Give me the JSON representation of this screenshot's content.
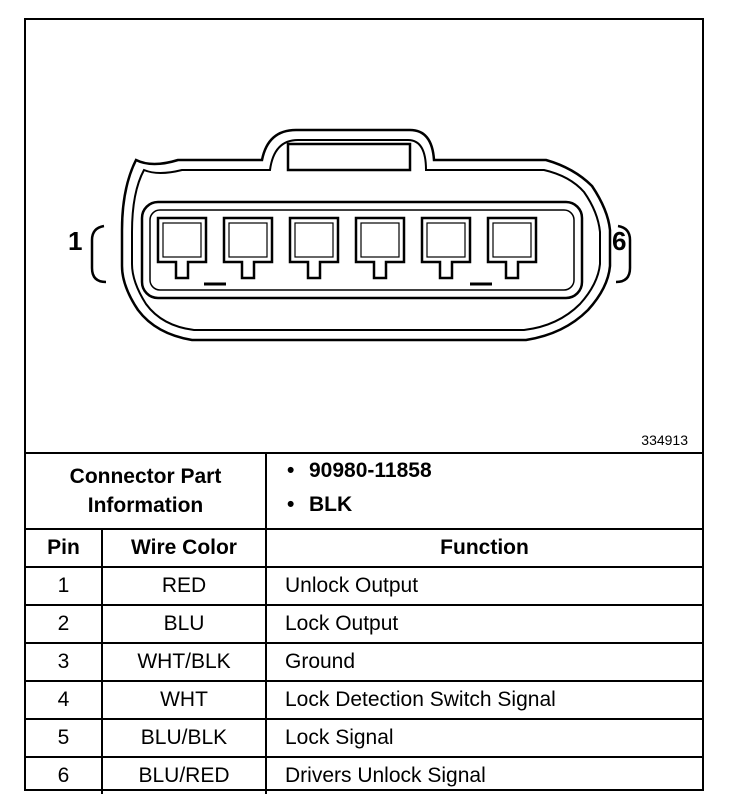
{
  "diagram": {
    "left_pin_label": "1",
    "right_pin_label": "6",
    "figure_number": "334913"
  },
  "connector_info": {
    "label_line1": "Connector Part",
    "label_line2": "Information",
    "items": [
      "90980-11858",
      "BLK"
    ]
  },
  "table": {
    "headers": [
      "Pin",
      "Wire Color",
      "Function"
    ],
    "rows": [
      {
        "pin": "1",
        "color": "RED",
        "function": "Unlock Output"
      },
      {
        "pin": "2",
        "color": "BLU",
        "function": "Lock Output"
      },
      {
        "pin": "3",
        "color": "WHT/BLK",
        "function": "Ground"
      },
      {
        "pin": "4",
        "color": "WHT",
        "function": "Lock Detection Switch Signal"
      },
      {
        "pin": "5",
        "color": "BLU/BLK",
        "function": "Lock Signal"
      },
      {
        "pin": "6",
        "color": "BLU/RED",
        "function": "Drivers Unlock Signal"
      }
    ]
  }
}
